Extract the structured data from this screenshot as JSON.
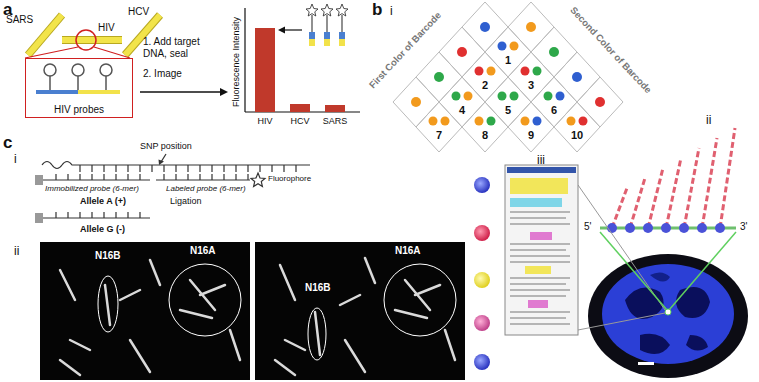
{
  "diagram": {
    "nodes": [
      {
        "text": [
          "HIV probes"
        ]
      },
      {
        "text": [
          "N16B",
          "N16A"
        ]
      },
      {
        "text": [
          "N16B",
          "N16A"
        ]
      }
    ],
    "labels": [
      "a",
      "SARS",
      "HCV",
      "HIV",
      "1. Add target DNA, seal",
      "2. Image",
      "Fluorescence Intensity",
      "HIV",
      "HCV",
      "SARS",
      "b",
      "i",
      "First Color of Barcode",
      "Second Color of Barcode",
      "1",
      "2",
      "3",
      "4",
      "5",
      "6",
      "7",
      "8",
      "9",
      "10",
      "ii",
      "5'",
      "3'",
      "iii",
      "c",
      "i",
      "SNP position",
      "Immobilized probe (6-mer)",
      "Labeled probe (6-mer)",
      "Allele A (+)",
      "Ligation",
      "Fluorophore",
      "Allele G (-)",
      "ii"
    ]
  }
}
